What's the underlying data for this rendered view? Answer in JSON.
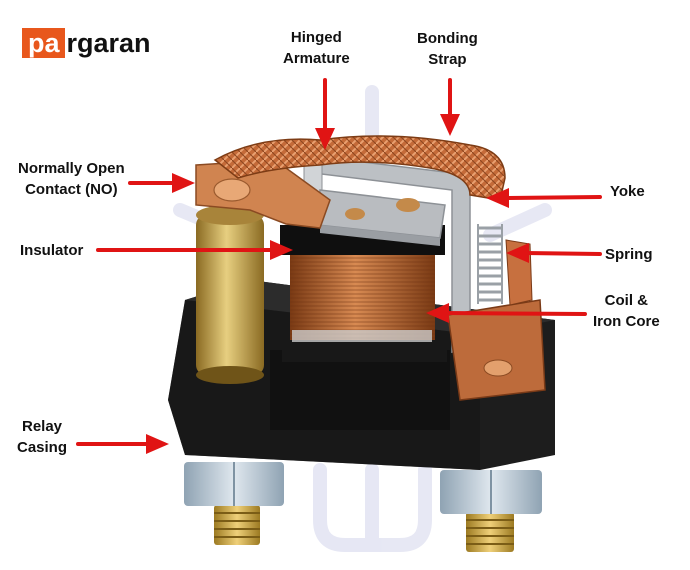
{
  "logo": {
    "highlight": "pa",
    "rest": "rgaran",
    "accent_color": "#e8571c"
  },
  "labels": {
    "hinged_armature": [
      "Hinged",
      "Armature"
    ],
    "bonding_strap": [
      "Bonding",
      "Strap"
    ],
    "normally_open_contact": [
      "Normally Open",
      "Contact (NO)"
    ],
    "insulator": "Insulator",
    "yoke": "Yoke",
    "spring": "Spring",
    "coil_iron_core": [
      "Coil &",
      "Iron Core"
    ],
    "relay_casing": [
      "Relay",
      "Casing"
    ]
  },
  "colors": {
    "arrow": "#e01414",
    "copper": "#c7703f",
    "casing": "#1d1d1d",
    "brass": "#c9a24a",
    "steel": "#b9bcc0"
  }
}
